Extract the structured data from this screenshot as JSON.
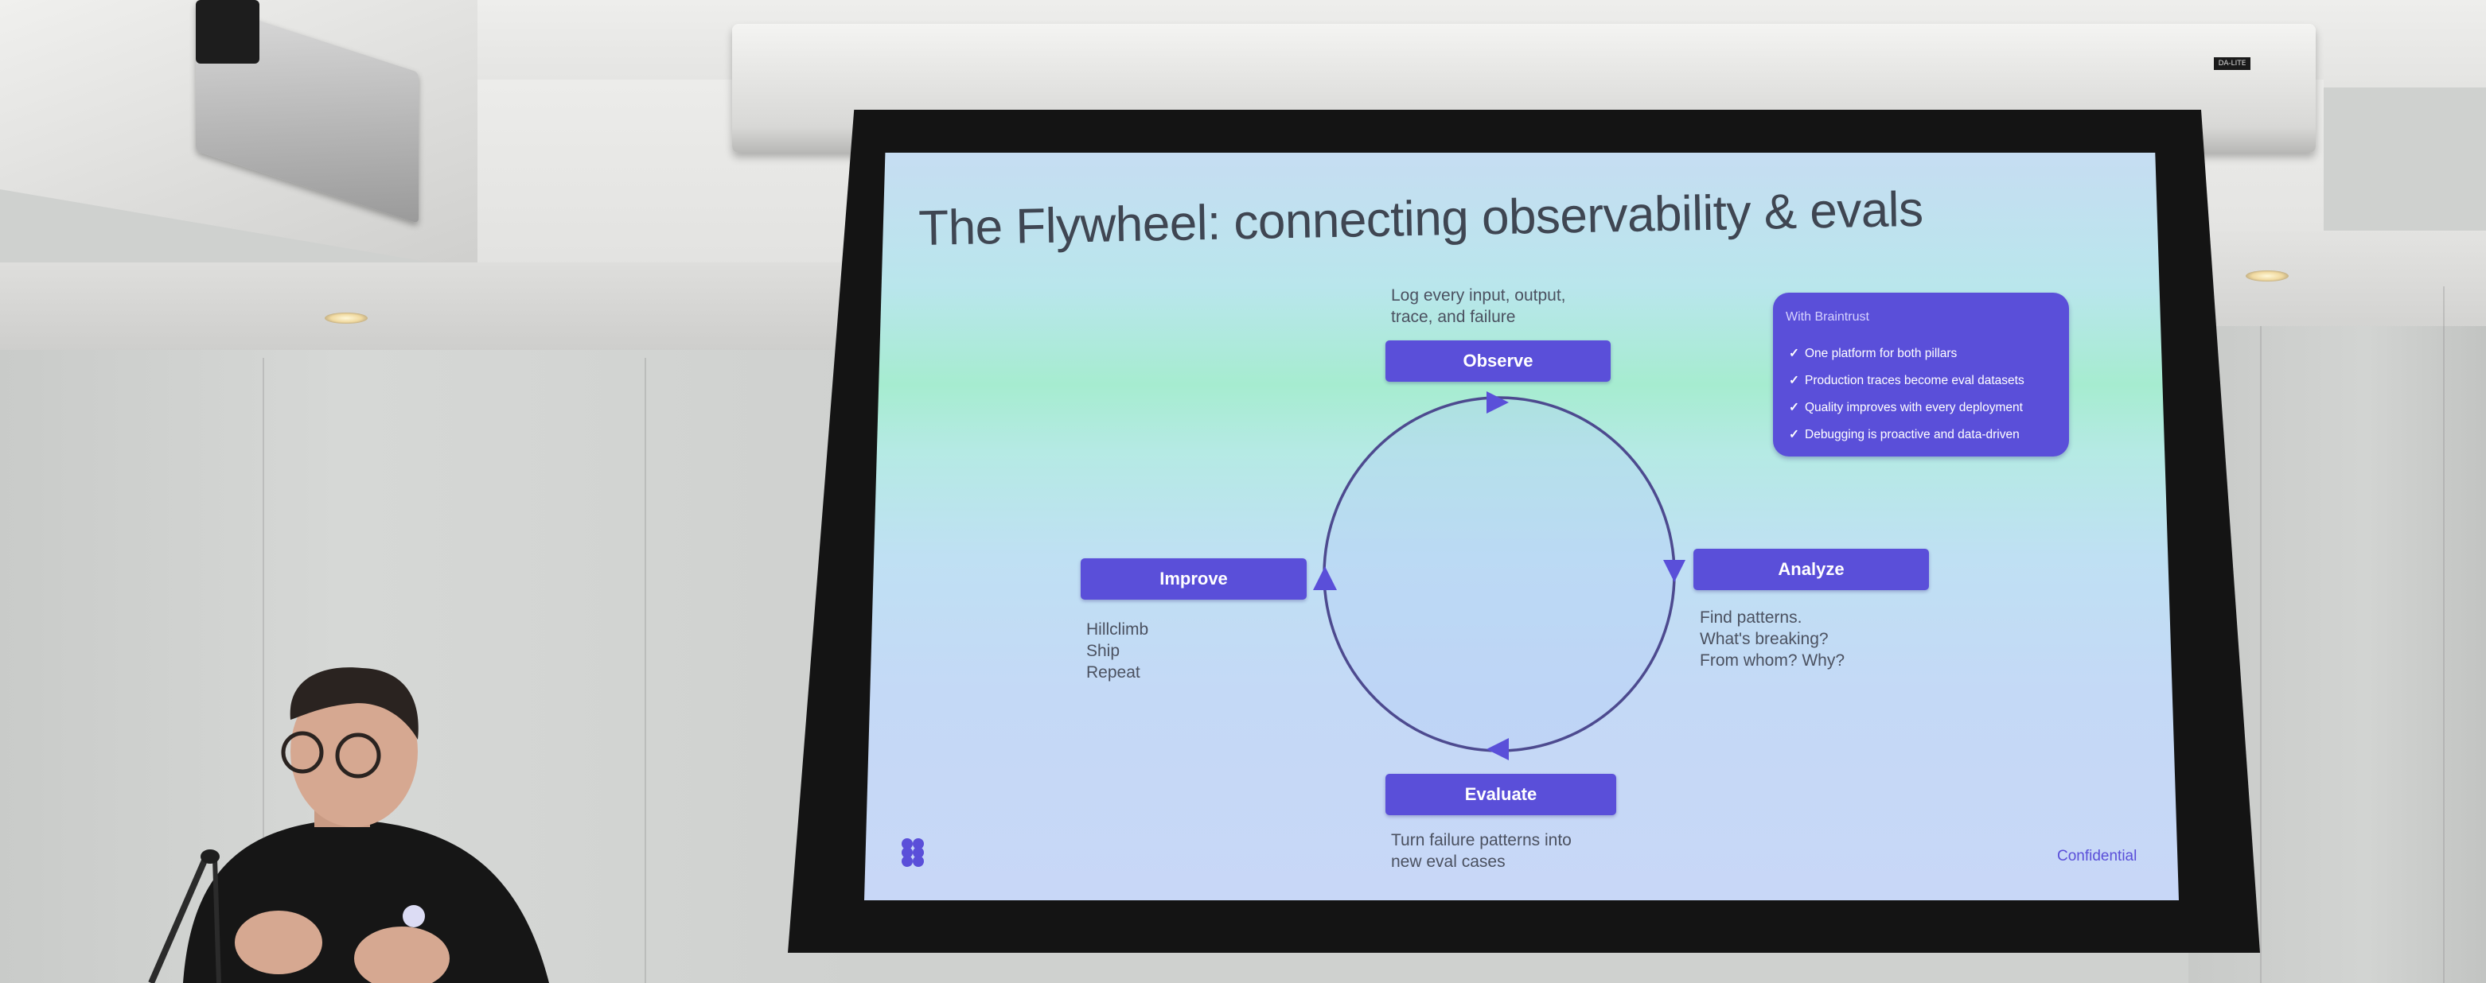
{
  "slide": {
    "title": "The Flywheel: connecting observability & evals",
    "stages": {
      "observe": {
        "label": "Observe",
        "caption": [
          "Log every input, output,",
          "trace, and failure"
        ]
      },
      "analyze": {
        "label": "Analyze",
        "caption": [
          "Find patterns.",
          "What's breaking?",
          "From whom? Why?"
        ]
      },
      "evaluate": {
        "label": "Evaluate",
        "caption": [
          "Turn failure patterns into",
          "new eval cases"
        ]
      },
      "improve": {
        "label": "Improve",
        "caption": [
          "Hillclimb",
          "Ship",
          "Repeat"
        ]
      }
    },
    "callout": {
      "heading": "With Braintrust",
      "check_symbol": "✓",
      "items": [
        "One platform for both pillars",
        "Production traces become eval datasets",
        "Quality improves with every deployment",
        "Debugging is proactive and data-driven"
      ]
    },
    "footer": "Confidential",
    "colors": {
      "accent": "#5a4fd9",
      "title": "#3f4652"
    }
  },
  "room": {
    "screen_brand": "DA-LITE"
  }
}
